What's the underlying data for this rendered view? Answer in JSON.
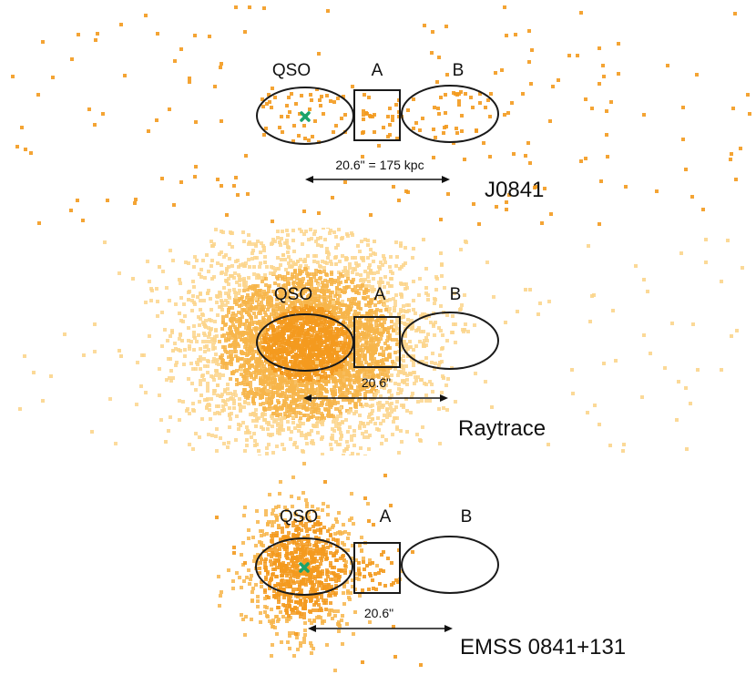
{
  "panels": [
    {
      "id": "j0841",
      "name": "J0841",
      "labels": {
        "qso": "QSO",
        "a": "A",
        "b": "B"
      },
      "scale_text": "20.6\" = 175 kpc",
      "has_marker": true
    },
    {
      "id": "raytrace",
      "name": "Raytrace",
      "labels": {
        "qso": "QSO",
        "a": "A",
        "b": "B"
      },
      "scale_text": "20.6\"",
      "has_marker": false
    },
    {
      "id": "emss",
      "name": "EMSS 0841+131",
      "labels": {
        "qso": "QSO",
        "a": "A",
        "b": "B"
      },
      "scale_text": "20.6\"",
      "has_marker": true
    }
  ],
  "colors": {
    "background": "#ffffff",
    "count_core": "#f39a1e",
    "count_mid": "#f7b54a",
    "count_faint": "#fbd58c",
    "marker": "#1aa36b",
    "outline": "#1a1a1a"
  }
}
